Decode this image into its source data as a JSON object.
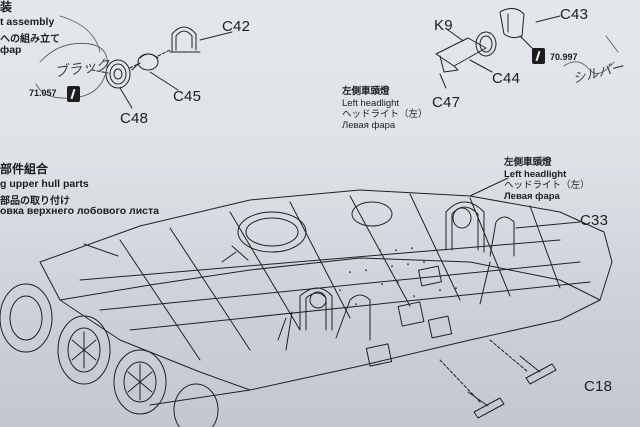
{
  "top_left": {
    "lines": [
      "装",
      "t assembly",
      "ヘの組み立て",
      "фар"
    ],
    "parts": {
      "c42": "C42",
      "c45": "C45",
      "c48": "C48"
    },
    "paint_code": "71.057",
    "handwriting": "ブラック"
  },
  "top_right": {
    "parts": {
      "k9": "K9",
      "c43": "C43",
      "c44": "C44",
      "c47": "C47"
    },
    "paint_code": "70.997",
    "handwriting": "シルバー"
  },
  "left_headlight_label": {
    "zh": "左側車頭燈",
    "en": "Left headlight",
    "ja": "ヘッドライト（左）",
    "ru": "Левая фара"
  },
  "section": {
    "zh": "部件組合",
    "en": "g upper hull parts",
    "ja": "部品の取り付け",
    "ru": "овка верхнего лобового листа"
  },
  "callout_headlight": {
    "zh": "左側車頭燈",
    "en": "Left headlight",
    "ja": "ヘッドライト（左）",
    "ru": "Левая фара"
  },
  "hull_parts": {
    "c33": "C33",
    "c18": "C18"
  }
}
